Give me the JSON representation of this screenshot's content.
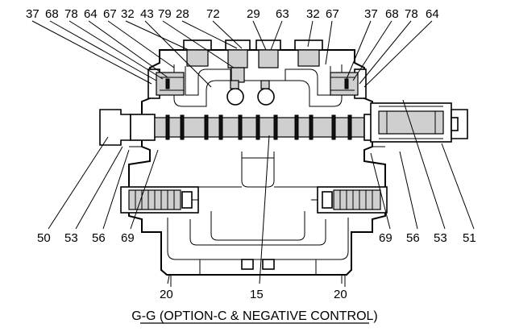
{
  "callouts_top_left": [
    "37",
    "68",
    "78",
    "64",
    "67",
    "32",
    "43",
    "79",
    "28",
    "72",
    "29",
    "63",
    "32",
    "67",
    "37",
    "68",
    "78",
    "64"
  ],
  "callouts_bottom": [
    "50",
    "53",
    "56",
    "69",
    "69",
    "56",
    "53",
    "51"
  ],
  "callouts_base": [
    "20",
    "15",
    "20"
  ],
  "caption": "G-G (OPTION-C & NEGATIVE CONTROL)"
}
